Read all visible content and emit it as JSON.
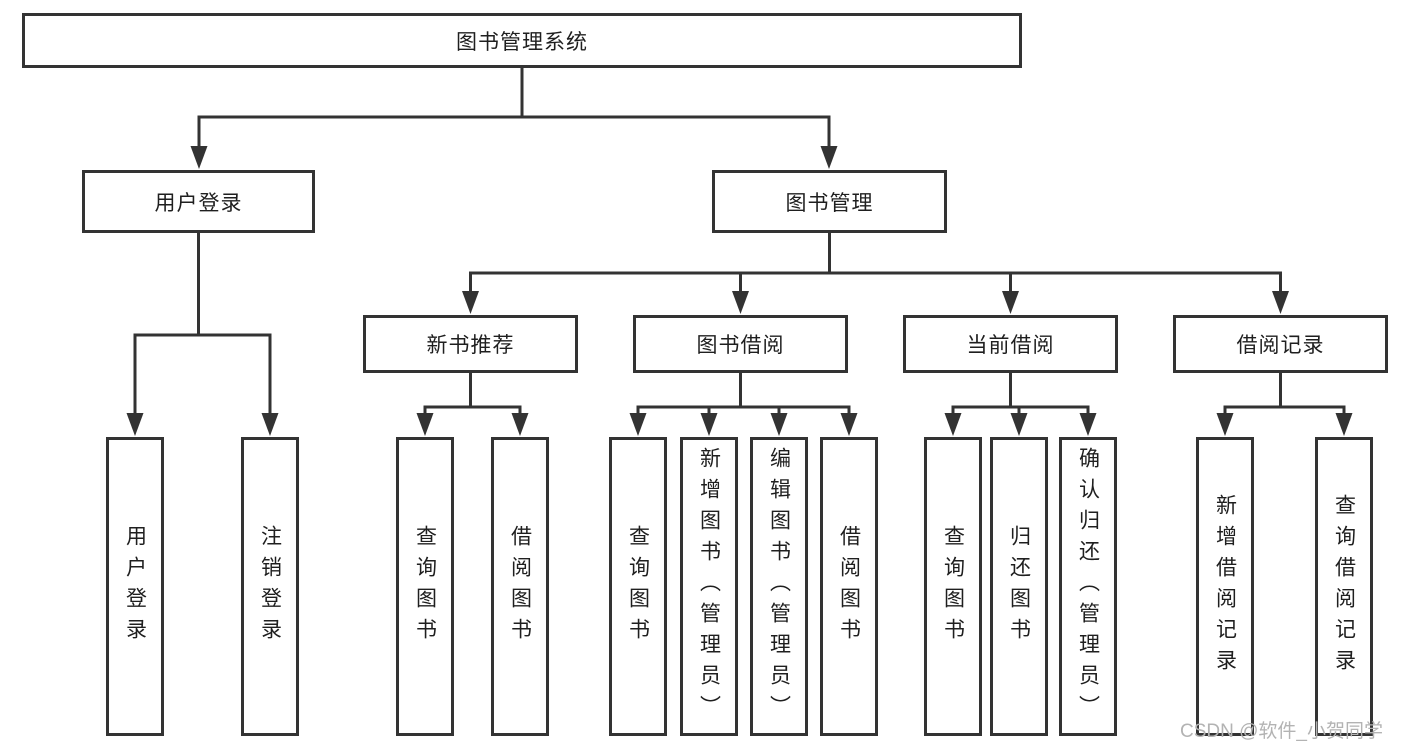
{
  "tree": {
    "label": "图书管理系统",
    "children": [
      {
        "label": "用户登录",
        "children": [
          {
            "label": "用户登录"
          },
          {
            "label": "注销登录"
          }
        ]
      },
      {
        "label": "图书管理",
        "children": [
          {
            "label": "新书推荐",
            "children": [
              {
                "label": "查询图书"
              },
              {
                "label": "借阅图书"
              }
            ]
          },
          {
            "label": "图书借阅",
            "children": [
              {
                "label": "查询图书"
              },
              {
                "label": "新增图书（管理员）"
              },
              {
                "label": "编辑图书（管理员）"
              },
              {
                "label": "借阅图书"
              }
            ]
          },
          {
            "label": "当前借阅",
            "children": [
              {
                "label": "查询图书"
              },
              {
                "label": "归还图书"
              },
              {
                "label": "确认归还（管理员）"
              }
            ]
          },
          {
            "label": "借阅记录",
            "children": [
              {
                "label": "新增借阅记录"
              },
              {
                "label": "查询借阅记录"
              }
            ]
          }
        ]
      }
    ]
  },
  "watermark": "CSDN @软件_小贺同学",
  "colors": {
    "line": "#333333",
    "box_border": "#333333",
    "box_fill": "#ffffff",
    "text": "#1f1f1f",
    "watermark": "#b3b3b3",
    "background": "#ffffff"
  }
}
